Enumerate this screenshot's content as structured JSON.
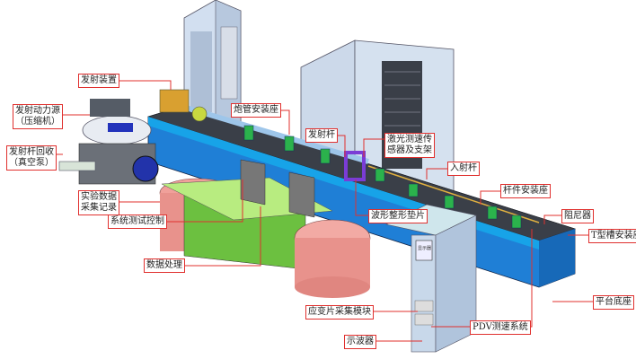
{
  "labels": {
    "launcher": "发射装置",
    "power_source": [
      "发射动力源",
      "（压缩机）"
    ],
    "rod_recovery": [
      "发射杆回收",
      "（真空泵）"
    ],
    "data_acquisition": [
      "实验数据",
      "采集记录"
    ],
    "system_control": "系统测试控制",
    "data_processing": "数据处理",
    "barrel_mount": "炮管安装座",
    "striker_bar": "发射杆",
    "laser_sensor": [
      "激光测速传",
      "感器及支架"
    ],
    "incident_bar": "入射杆",
    "bar_mount": "杆件安装座",
    "pulse_shaper": "波形整形垫片",
    "damper": "阻尼器",
    "t_slot_mount": "T型槽安装座",
    "platform_base": "平台底座",
    "strain_module": "应变片采集模块",
    "pdv_system": "PDV测速系统",
    "oscilloscope": "示波器"
  },
  "cabinet_screen": "显示器",
  "colors": {
    "label_border": "#e0302e",
    "platform_blue": "#1f7fd6",
    "table_pink": "#f0a09a",
    "table_green": "#a8e070",
    "cabinet": "#c8d8ea",
    "mount_green": "#2bb24c",
    "shaper_purple": "#7a3cd6"
  }
}
